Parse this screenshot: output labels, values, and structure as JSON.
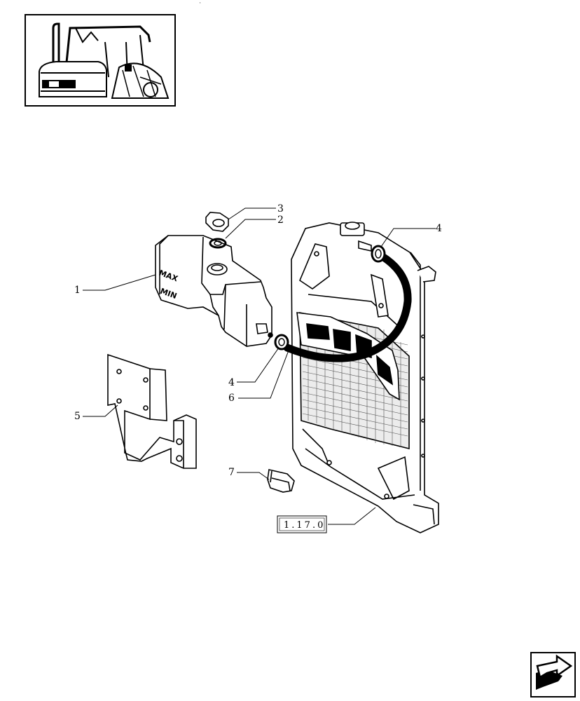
{
  "callouts": {
    "c1": "1",
    "c2": "2",
    "c3": "3",
    "c4a": "4",
    "c4b": "4",
    "c5": "5",
    "c6": "6",
    "c7": "7"
  },
  "reference_box": "1.17.0",
  "tank_marks": {
    "max": "MAX",
    "min": "MIN"
  },
  "icons": {
    "thumbnail": "tractor-thumbnail-icon",
    "nav": "next-page-arrow-icon"
  }
}
